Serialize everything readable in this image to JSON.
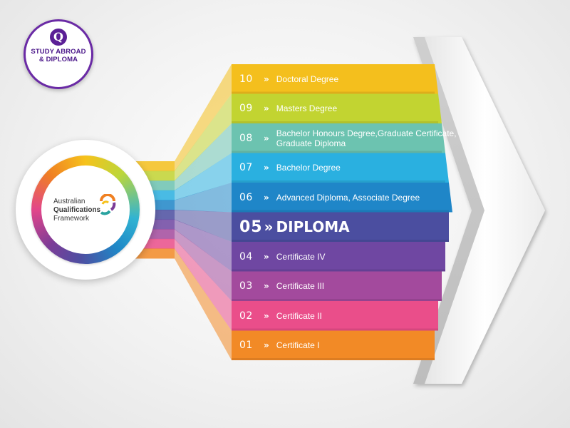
{
  "logo": {
    "mark": "Q",
    "line1": "STUDY ABROAD",
    "line2": "& DIPLOMA"
  },
  "framework": {
    "name_line1": "Australian",
    "name_line2": "Qualifications",
    "name_line3": "Framework"
  },
  "levels": [
    {
      "number": "10",
      "arrow": "»",
      "name": "Doctoral Degree",
      "color": "#f4bf1d"
    },
    {
      "number": "09",
      "arrow": "»",
      "name": "Masters Degree",
      "color": "#c2d431"
    },
    {
      "number": "08",
      "arrow": "»",
      "name": "Bachelor Honours Degree,Graduate Certificate,",
      "name2": "Graduate Diploma",
      "color": "#6cc3b0"
    },
    {
      "number": "07",
      "arrow": "»",
      "name": "Bachelor Degree",
      "color": "#2ab0e0"
    },
    {
      "number": "06",
      "arrow": "»",
      "name": "Advanced Diploma, Associate Degree",
      "color": "#1f86c8"
    },
    {
      "number": "05",
      "arrow": "»",
      "name": "DIPLOMA",
      "color": "#4b4ea0",
      "highlight": true
    },
    {
      "number": "04",
      "arrow": "»",
      "name": "Certificate IV",
      "color": "#6f47a2"
    },
    {
      "number": "03",
      "arrow": "»",
      "name": "Certificate III",
      "color": "#a34a9d"
    },
    {
      "number": "02",
      "arrow": "»",
      "name": "Certificate II",
      "color": "#ea4e8a"
    },
    {
      "number": "01",
      "arrow": "»",
      "name": "Certificate I",
      "color": "#f28a26"
    }
  ]
}
